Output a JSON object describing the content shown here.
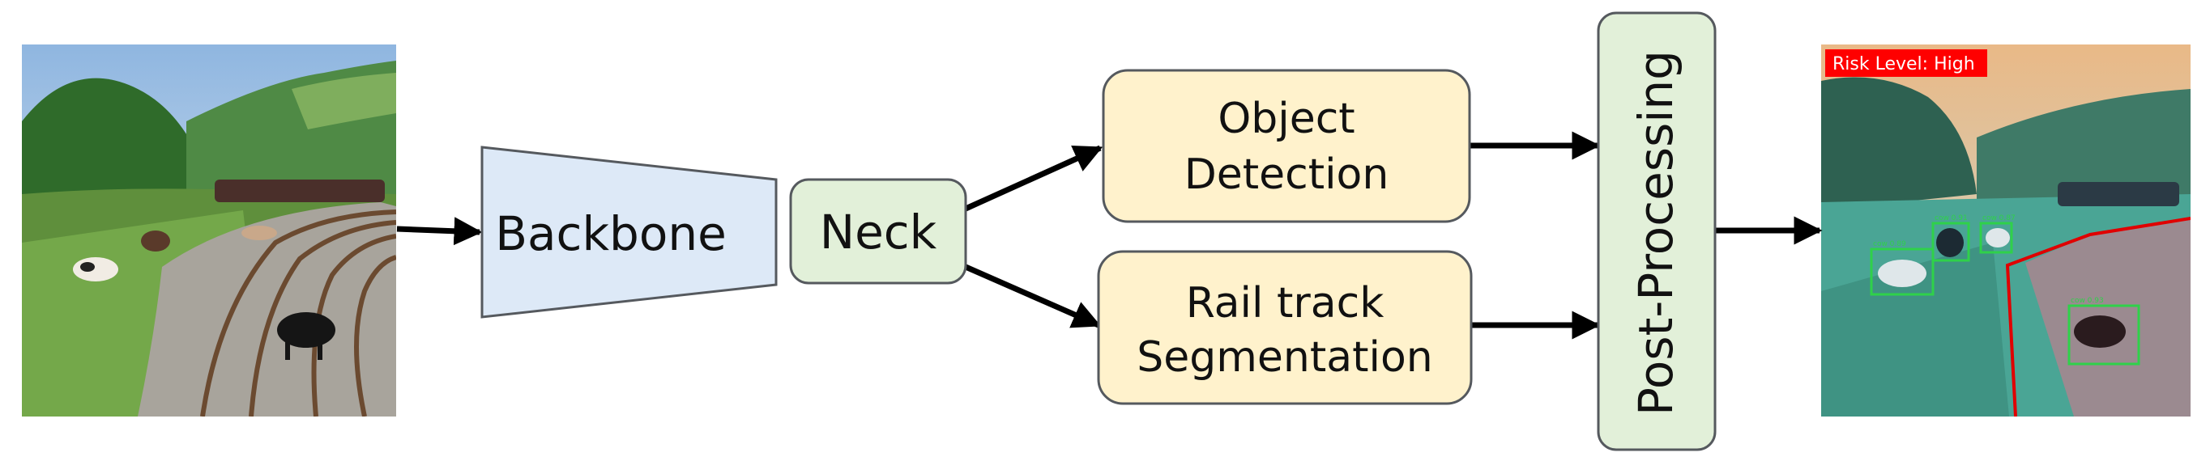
{
  "nodes": {
    "backbone": {
      "label": "Backbone",
      "fill": "#dde9f7",
      "stroke": "#55595e"
    },
    "neck": {
      "label": "Neck",
      "fill": "#e2f0d9",
      "stroke": "#55595e"
    },
    "detection": {
      "line1": "Object",
      "line2": "Detection",
      "fill": "#fff2cc",
      "stroke": "#55595e"
    },
    "segmentation": {
      "line1": "Rail track",
      "line2": "Segmentation",
      "fill": "#fff2cc",
      "stroke": "#55595e"
    },
    "postprocessing": {
      "label": "Post-Processing",
      "fill": "#e2f0d9",
      "stroke": "#55595e"
    }
  },
  "output": {
    "risk_label": "Risk Level:  High",
    "risk_color": "#ff0000",
    "detections": [
      {
        "class": "cow 0.89"
      },
      {
        "class": "cow 0.91"
      },
      {
        "class": "cow 0.87"
      },
      {
        "class": "cow 0.93"
      }
    ]
  },
  "colors": {
    "arrow": "#000000",
    "track_mask": "#ff6b8a",
    "box": "#2fd14a"
  }
}
